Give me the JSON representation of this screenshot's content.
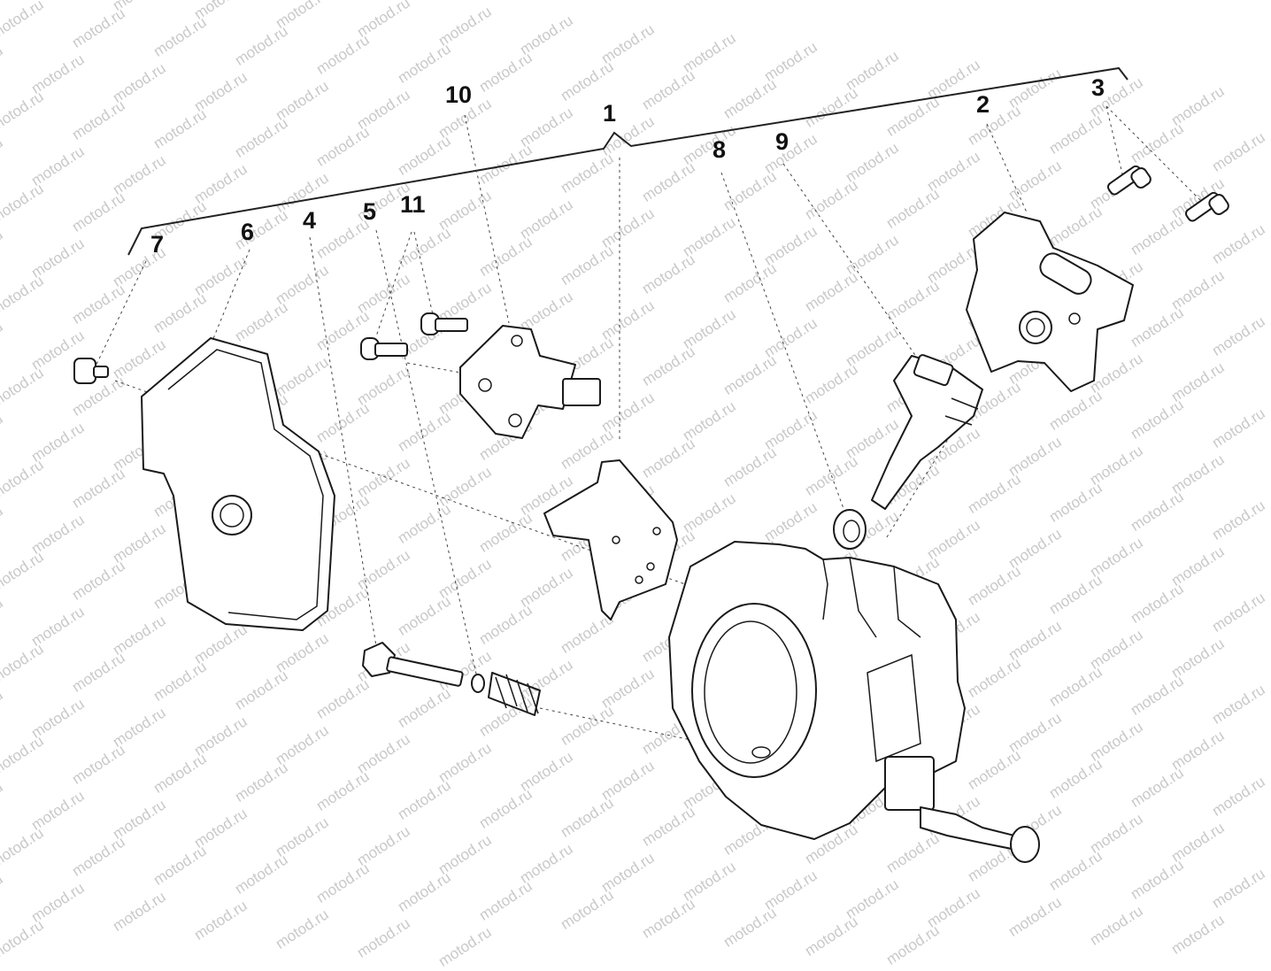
{
  "watermark": "motod.ru",
  "callouts": [
    "1",
    "2",
    "3",
    "4",
    "5",
    "6",
    "7",
    "8",
    "9",
    "10",
    "11"
  ]
}
